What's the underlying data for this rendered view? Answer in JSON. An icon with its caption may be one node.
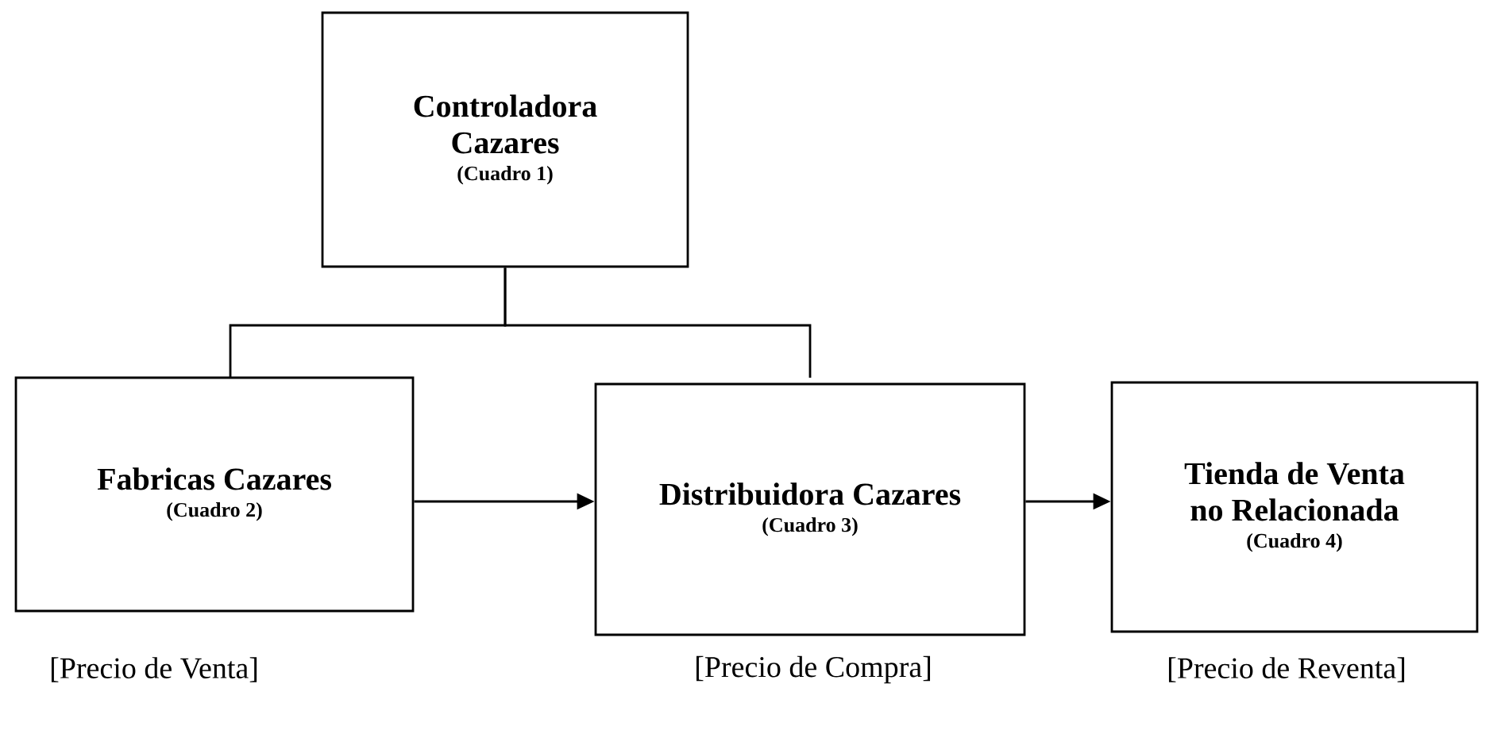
{
  "diagram": {
    "nodes": [
      {
        "text": [
          "Controladora Cazares",
          "(Cuadro 1)"
        ]
      },
      {
        "text": [
          "Fabricas Cazares",
          "(Cuadro 2)"
        ]
      },
      {
        "text": [
          "Distribuidora Cazares",
          "(Cuadro 3)"
        ]
      },
      {
        "text": [
          "Tienda de Venta no Relacionada",
          "(Cuadro 4)"
        ]
      }
    ],
    "edges": [
      {
        "from": 0,
        "to": 1,
        "arrow": "none"
      },
      {
        "from": 0,
        "to": 2,
        "arrow": "none"
      },
      {
        "from": 1,
        "to": 2,
        "arrow": "to"
      },
      {
        "from": 2,
        "to": 3,
        "arrow": "to"
      }
    ],
    "labels": [
      "[Precio de Venta]",
      "[Precio de Compra]",
      "[Precio de Reventa]"
    ]
  }
}
